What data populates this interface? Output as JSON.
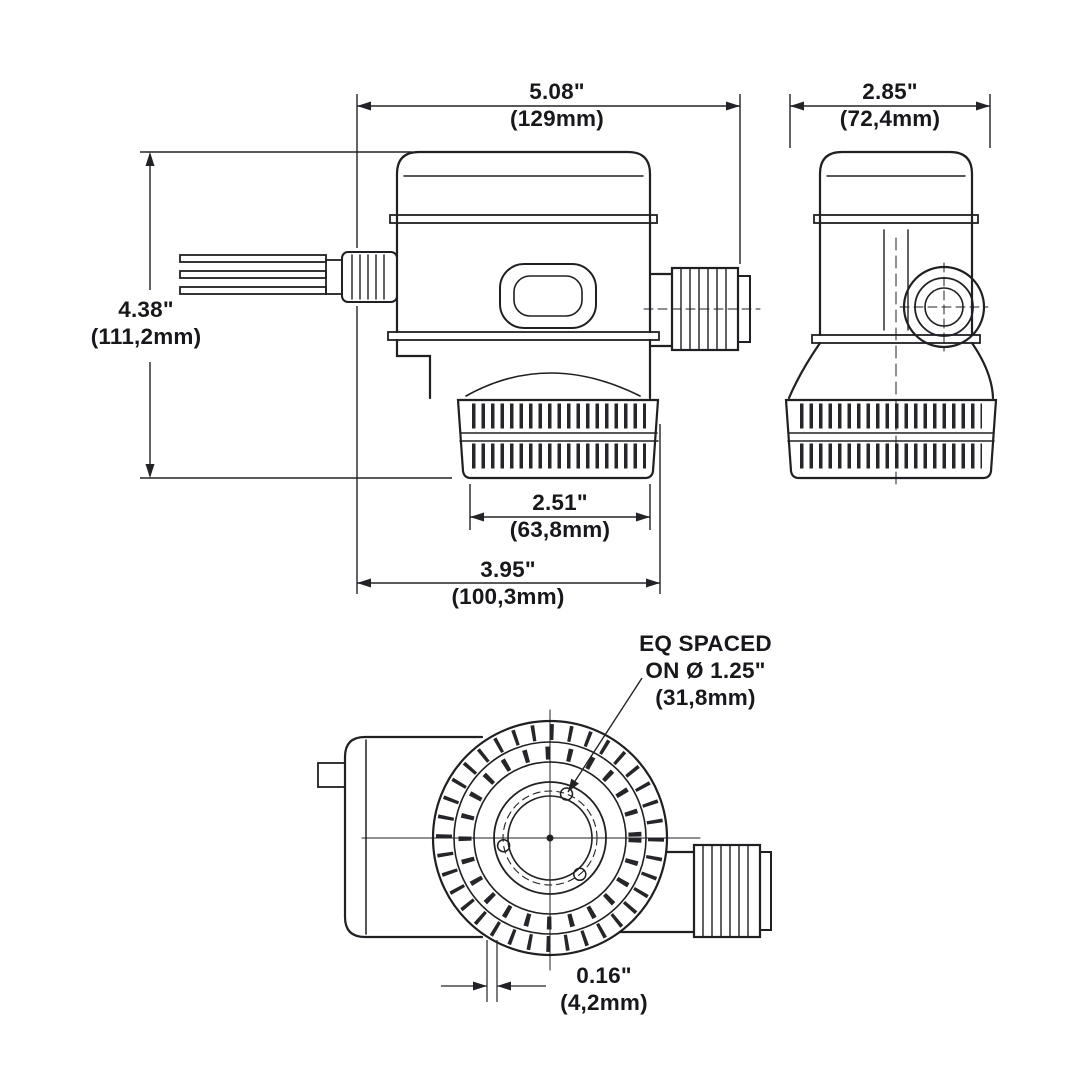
{
  "colors": {
    "line": "#202024",
    "text": "#17171c",
    "background": "#ffffff"
  },
  "dimensions": {
    "overall_width": {
      "in": "5.08\"",
      "mm": "(129mm)"
    },
    "front_width": {
      "in": "2.85\"",
      "mm": "(72,4mm)"
    },
    "overall_height": {
      "in": "4.38\"",
      "mm": "(111,2mm)"
    },
    "strainer_width": {
      "in": "2.51\"",
      "mm": "(63,8mm)"
    },
    "base_width": {
      "in": "3.95\"",
      "mm": "(100,3mm)"
    },
    "slot_width": {
      "in": "0.16\"",
      "mm": "(4,2mm)"
    },
    "mounting_note": {
      "line1": "EQ SPACED",
      "line2": "ON Ø 1.25\"",
      "line3": "(31,8mm)"
    }
  }
}
